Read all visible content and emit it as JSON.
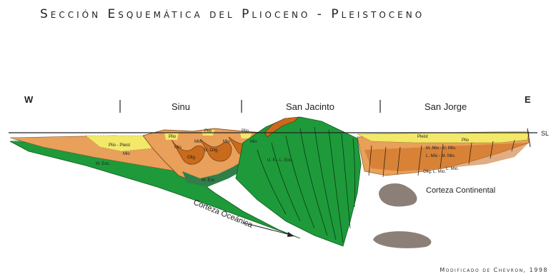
{
  "title": "Sección Esquemática del Plioceno - Pleistoceno",
  "directions": {
    "west": "W",
    "east": "E"
  },
  "regions": [
    "Sinu",
    "San Jacinto",
    "San Jorge"
  ],
  "sea_level": "SL",
  "units": {
    "plio_pleist": "Plio - Pleist",
    "mio_west": "Mio",
    "m_eoc_west": "M. Eoc.",
    "plio_a": "Plio",
    "plio_b": "Plio",
    "plio_c": "Plio",
    "mio_1": "Mio",
    "mio_2": "Mio",
    "mio_3": "Mio",
    "mio_4": "Mio",
    "u_olig": "U. Olig.",
    "olig": "Olig.",
    "m_eoc_2": "M. Eoc",
    "u_k_l_eoc": "U. K.- L. Eoc.",
    "pleist": "Pleist",
    "plio_east": "Plio",
    "m_mio_u_mio": "M. Mio - U. Mio.",
    "l_mio_m_mio": "L. Mio - M. Mio.",
    "olig_l_mio": "Olig. L. Mio.",
    "l_mio": "L. Mio."
  },
  "corteza_continental": "Corteza Continental",
  "corteza_oceanica": "Corteza Oceánica",
  "credit": "Modificado de Chevron, 1998",
  "colors": {
    "green": "#1e9a3a",
    "orange": "#e8a05a",
    "dark_orange": "#c96a1c",
    "yellow": "#f2e86a",
    "rock": "#8c7f78"
  }
}
